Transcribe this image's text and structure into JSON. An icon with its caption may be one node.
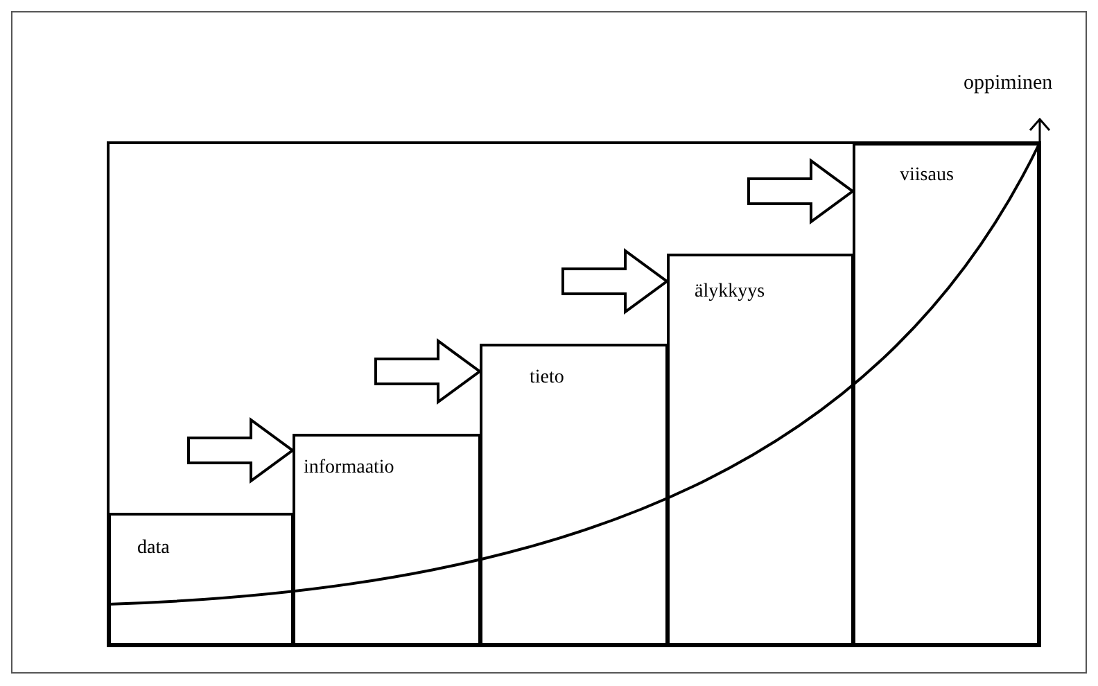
{
  "diagram": {
    "nodes": [
      {
        "text": [
          "data"
        ]
      },
      {
        "text": [
          "informaatio"
        ]
      },
      {
        "text": [
          "tieto"
        ]
      },
      {
        "text": [
          "älykkyys"
        ]
      },
      {
        "text": [
          "viisaus"
        ]
      }
    ],
    "edges": [
      {
        "from": 0,
        "to": 1,
        "arrow": "to"
      },
      {
        "from": 1,
        "to": 2,
        "arrow": "to"
      },
      {
        "from": 2,
        "to": 3,
        "arrow": "to"
      },
      {
        "from": 3,
        "to": 4,
        "arrow": "to"
      }
    ],
    "labels": [
      "oppiminen"
    ]
  }
}
